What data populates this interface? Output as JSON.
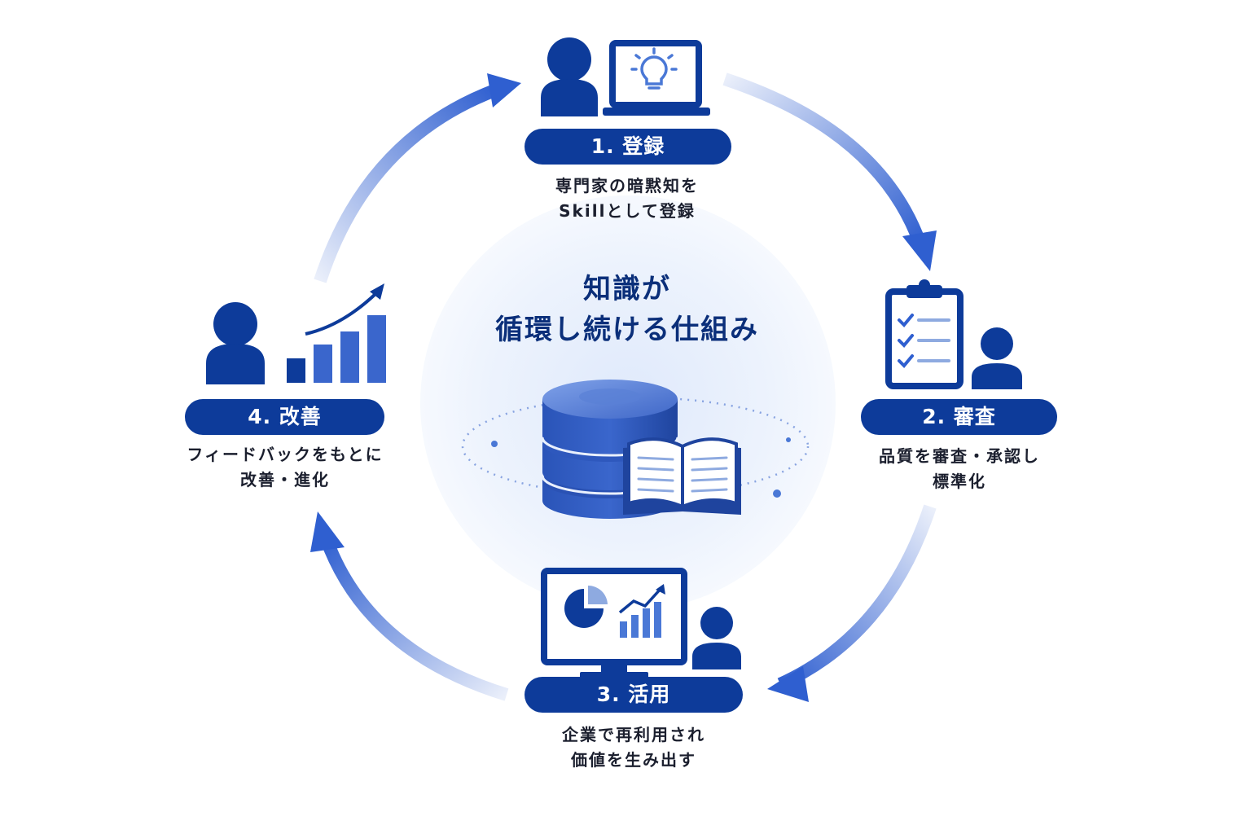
{
  "title": {
    "line1": "知識が",
    "line2": "循環し続ける仕組み"
  },
  "steps": [
    {
      "label": "1. 登録",
      "desc_line1": "専門家の暗黙知を",
      "desc_line2": "Skillとして登録"
    },
    {
      "label": "2. 審査",
      "desc_line1": "品質を審査・承認し",
      "desc_line2": "標準化"
    },
    {
      "label": "3. 活用",
      "desc_line1": "企業で再利用され",
      "desc_line2": "価値を生み出す"
    },
    {
      "label": "4. 改善",
      "desc_line1": "フィードバックをもとに",
      "desc_line2": "改善・進化"
    }
  ],
  "colors": {
    "primary": "#0d3b9a",
    "arrow": "#2f5fd0",
    "accent": "#4a78d6",
    "center_glow": "#e8f0fc"
  },
  "icons": [
    "person-laptop-idea-icon",
    "clipboard-checklist-icon",
    "monitor-chart-icon",
    "growth-chart-icon",
    "database-book-icon"
  ]
}
